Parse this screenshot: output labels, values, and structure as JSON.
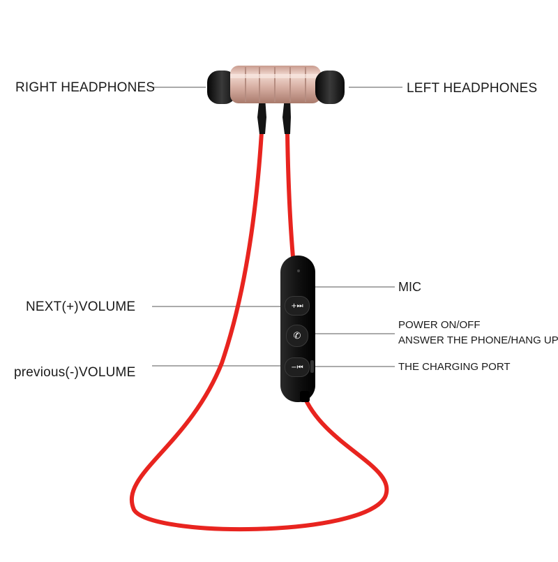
{
  "labels": {
    "right_headphones": "RIGHT HEADPHONES",
    "left_headphones": "LEFT HEADPHONES",
    "next_volume": "NEXT(+)VOLUME",
    "previous_volume": "previous(-)VOLUME",
    "mic": "MIC",
    "power_on_off": "POWER ON/OFF",
    "answer_hang_up": "ANSWER THE PHONE/HANG UP",
    "charging_port": "THE CHARGING PORT"
  },
  "buttons": {
    "next_glyph": "+⏭",
    "power_glyph": "✆",
    "prev_glyph": "−⏮"
  },
  "colors": {
    "cable": "#e8241f",
    "earbud_metal": "#d9b2a6",
    "ear_tip": "#1c1c1c",
    "remote": "#141414",
    "leader_line": "#555555"
  },
  "icons": {
    "earbud": "earbud-icon",
    "remote": "remote-control-icon"
  }
}
